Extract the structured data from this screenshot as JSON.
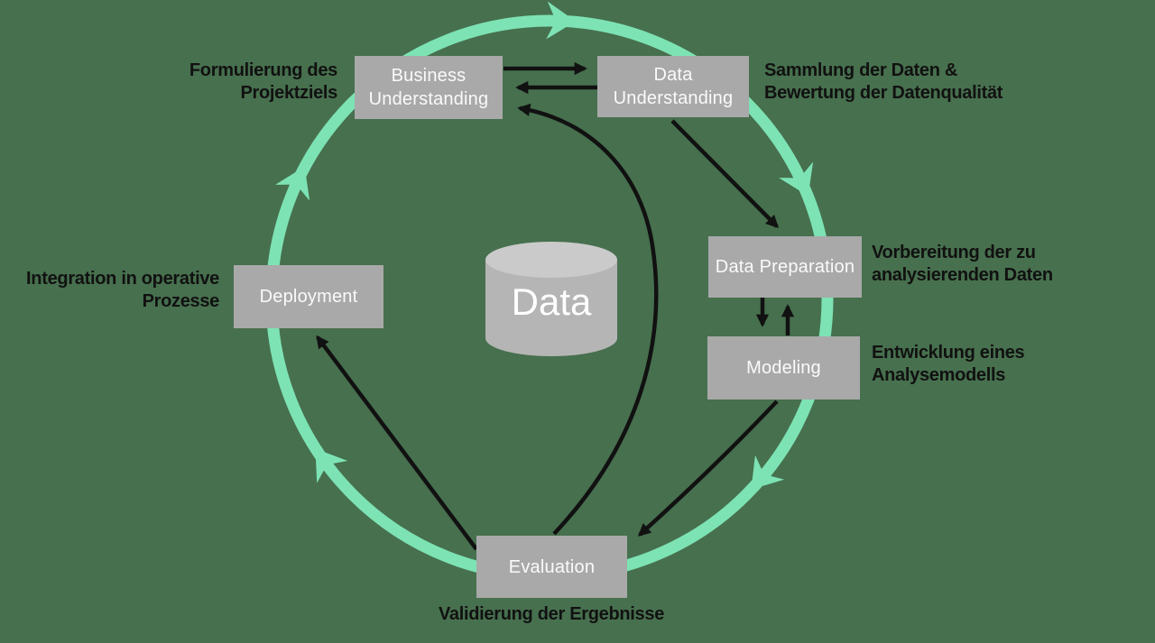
{
  "colors": {
    "background": "#47704E",
    "cycle_ring": "#7DE3B4",
    "stage_box": "#A9A9A9",
    "stage_text": "#FAFAFA",
    "annotation_text": "#111111",
    "arrow": "#111111",
    "cylinder_body": "#B5B5B5",
    "cylinder_top": "#CACACA"
  },
  "stages": {
    "business_understanding": {
      "label": "Business Understanding"
    },
    "data_understanding": {
      "label": "Data Understanding"
    },
    "data_preparation": {
      "label": "Data Preparation"
    },
    "modeling": {
      "label": "Modeling"
    },
    "evaluation": {
      "label": "Evaluation"
    },
    "deployment": {
      "label": "Deployment"
    }
  },
  "annotations": {
    "project_goal": "Formulierung des\nProjektziels",
    "data_collection": "Sammlung der Daten &\nBewertung der Datenqualität",
    "data_preparation": "Vorbereitung der zu\nanalysierenden Daten",
    "modeling": "Entwicklung eines\nAnalysemodells",
    "validation": "Validierung der Ergebnisse",
    "deployment": "Integration in operative\nProzesse"
  },
  "data_store": {
    "label": "Data"
  }
}
